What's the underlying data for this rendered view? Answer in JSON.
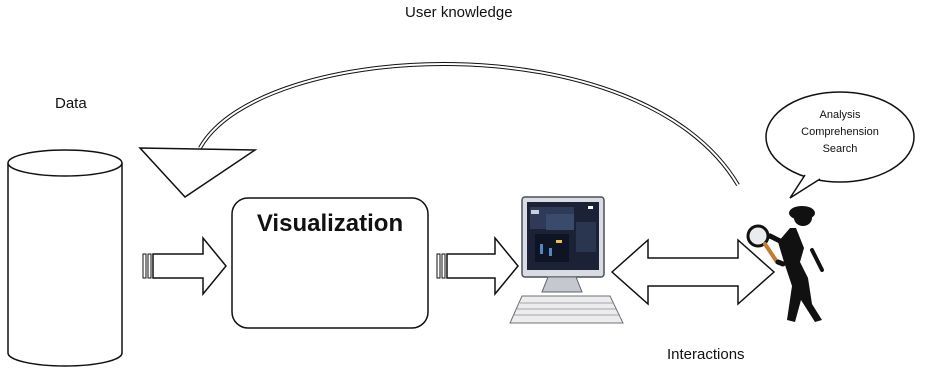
{
  "labels": {
    "user_knowledge": "User knowledge",
    "data": "Data",
    "visualization": "Visualization",
    "interactions": "Interactions"
  },
  "speech_bubble": {
    "lines": [
      "Analysis",
      "Comprehension",
      "Search"
    ]
  },
  "icons": {
    "database": "database-cylinder-icon",
    "computer": "desktop-computer-icon",
    "user": "detective-figure-icon"
  }
}
